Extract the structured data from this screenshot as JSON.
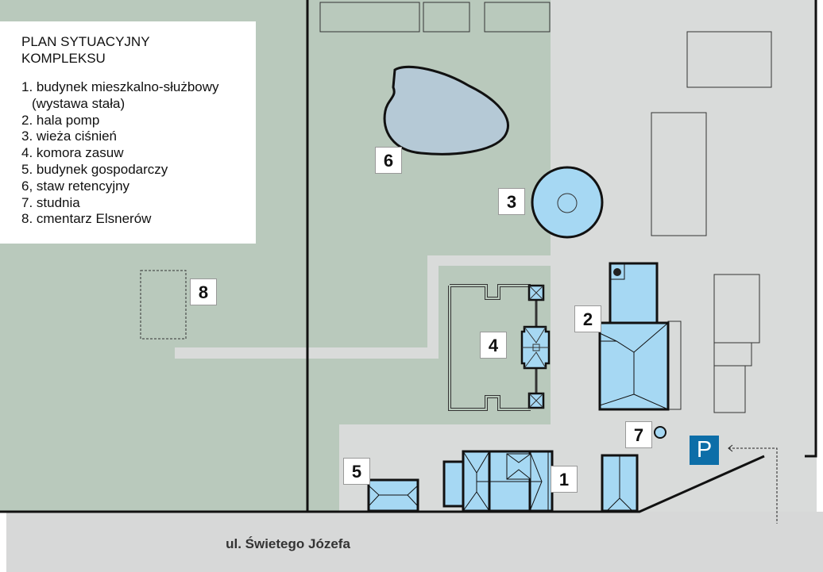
{
  "legend": {
    "title_line1": "PLAN SYTUACYJNY",
    "title_line2": "KOMPLEKSU",
    "items": [
      "1. budynek mieszkalno-służbowy",
      "(wystawa stała)",
      "2. hala pomp",
      "3. wieża ciśnień",
      "4. komora zasuw",
      "5. budynek gospodarczy",
      "6, staw retencyjny",
      "7. studnia",
      "8. cmentarz Elsnerów"
    ]
  },
  "markers": {
    "m1": "1",
    "m2": "2",
    "m3": "3",
    "m4": "4",
    "m5": "5",
    "m6": "6",
    "m7": "7",
    "m8": "8"
  },
  "parking": {
    "label": "P",
    "color": "#0d6ea8"
  },
  "street": "ul. Świetego Józefa",
  "colors": {
    "green": "#b9c9bc",
    "ground": "#d9dbda",
    "building": "#a6d8f3"
  }
}
